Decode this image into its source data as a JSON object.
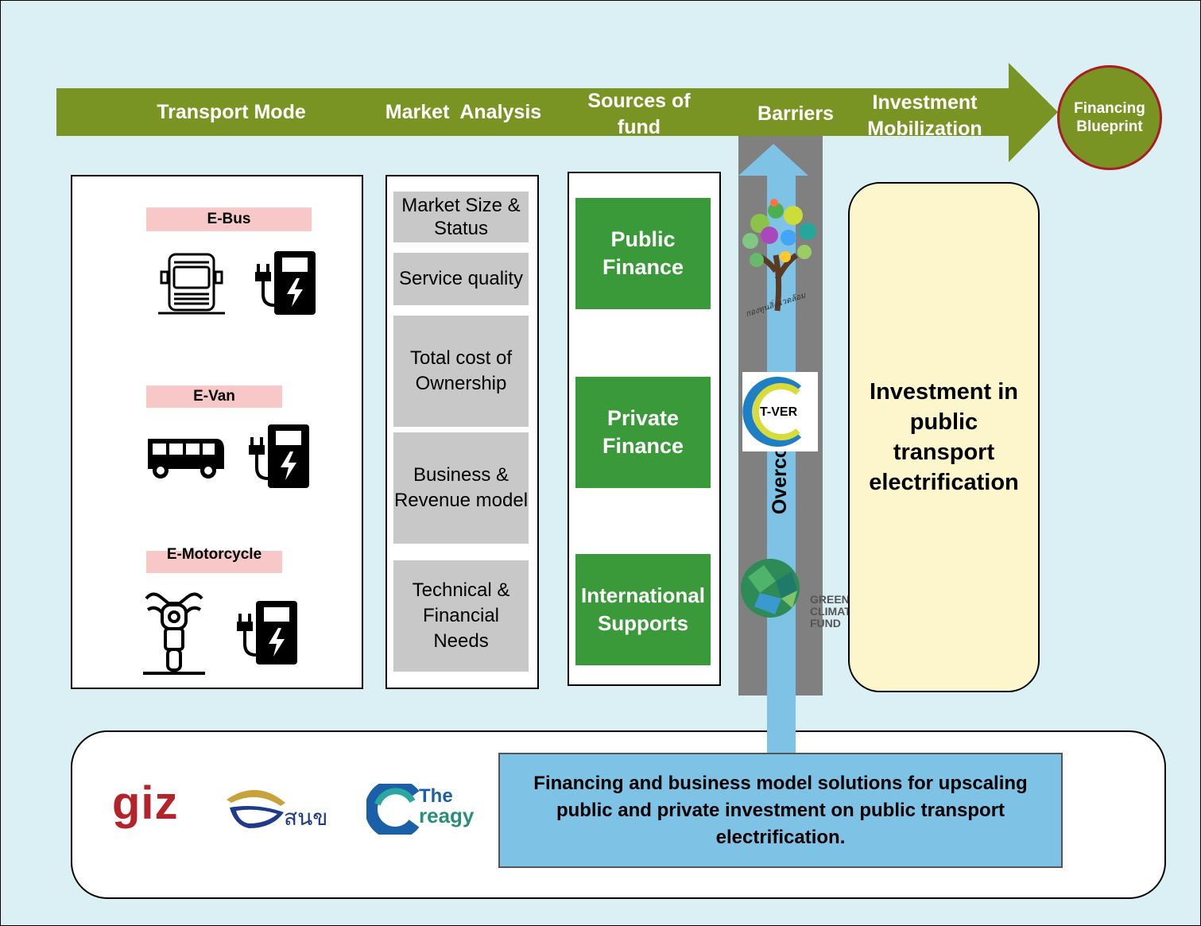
{
  "header": {
    "transport_mode": "Transport Mode",
    "market_analysis": "Market  Analysis",
    "sources_of_fund": "Sources of fund",
    "barriers": "Barriers",
    "investment_mobilization": "Investment Mobilization",
    "financing_blueprint": "Financing Blueprint"
  },
  "transport_modes": [
    {
      "label": "E-Bus",
      "icon": "bus-front-icon"
    },
    {
      "label": "E-Van",
      "icon": "van-icon"
    },
    {
      "label": "E-Motorcycle",
      "icon": "motorcycle-icon"
    }
  ],
  "market_analysis": [
    "Market Size & Status",
    "Service quality",
    "Total cost of Ownership",
    "Business & Revenue model",
    "Technical & Financial Needs"
  ],
  "sources_of_fund": [
    "Public Finance",
    "Private Finance",
    "International Supports"
  ],
  "barriers": {
    "overcome_label": "Overcomes",
    "tver_logo": "T-VER",
    "env_fund_logo_text": "กองทุนสิ่งแวดล้อม",
    "gcf_logo_text": "GREEN CLIMATE FUND"
  },
  "investment_box": "Investment in public transport electrification",
  "footer": {
    "solution_text": "Financing and business model solutions for upscaling public and private investment on public transport electrification.",
    "logos": {
      "giz": "giz",
      "snuv": "สนข",
      "creagy_the": "The",
      "creagy_name": "reagy"
    }
  },
  "colors": {
    "background": "#daf0f5",
    "arrow": "#7a9424",
    "circle": "#7a9424",
    "circle_border": "#a81e22",
    "green_box": "#3a9a3a",
    "grey_box": "#c8c8c8",
    "pink_label": "#f8c8c8",
    "blue_arrow": "#7ec2e6",
    "grey_column": "#808080",
    "investment_box": "#fdf5cc",
    "footer_box": "#7ec2e6"
  }
}
